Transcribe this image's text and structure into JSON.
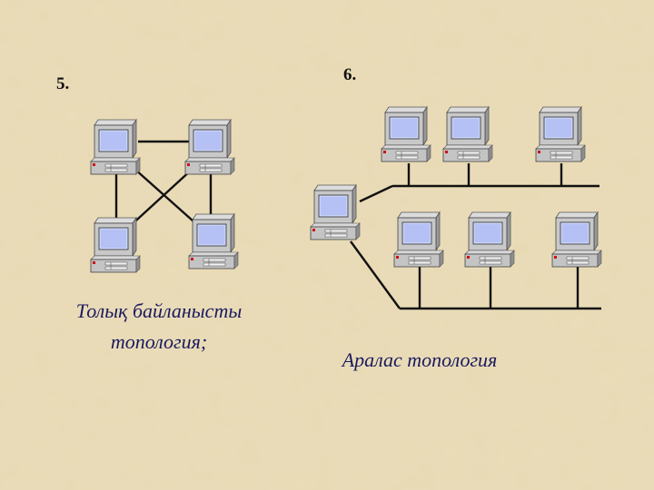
{
  "slide": {
    "label_left": "5.",
    "label_right": "6.",
    "caption_left_line1": "Толық байланысты",
    "caption_left_line2": "топология;",
    "caption_right": "Аралас топология"
  },
  "colors": {
    "background": "#e9d9b3",
    "caption": "#1a1a5e",
    "line": "#111111"
  },
  "icons": {
    "node": "desktop-computer-icon"
  }
}
